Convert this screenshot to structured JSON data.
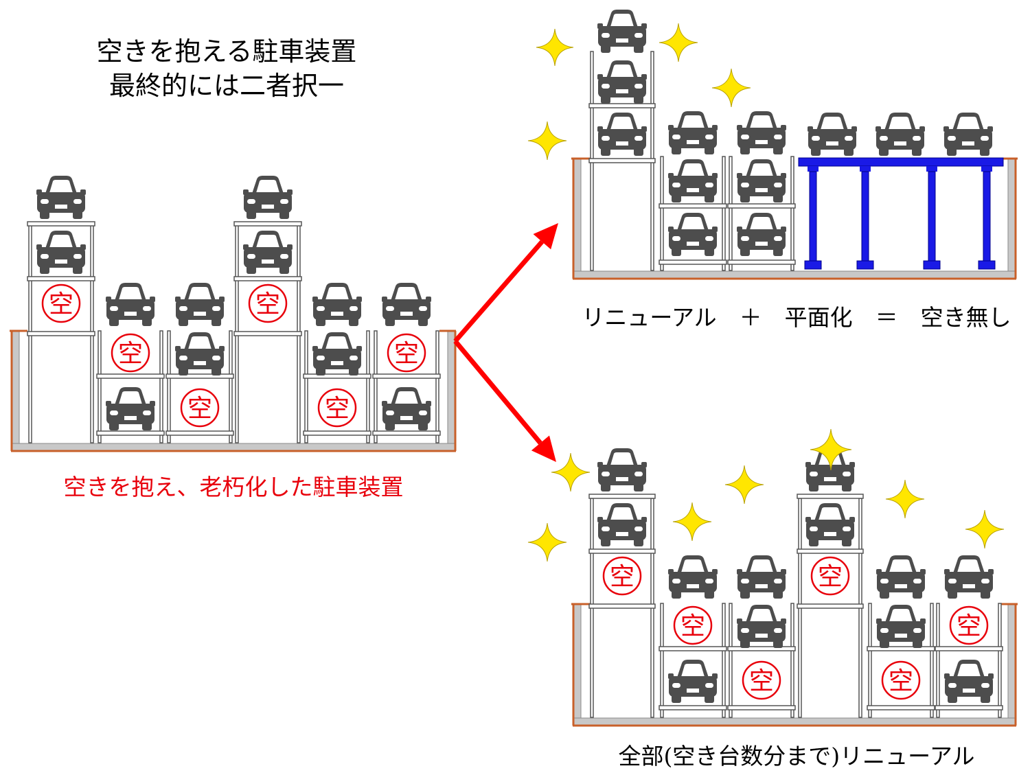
{
  "title": {
    "line1": "空きを抱える駐車装置",
    "line2": "最終的には二者択一"
  },
  "left_scene": {
    "caption": "空きを抱え、老朽化した駐車装置",
    "vacant_mark": "空"
  },
  "top_right_scene": {
    "caption": "リニューアル　＋　平面化　＝　空き無し"
  },
  "bottom_right_scene": {
    "caption": "全部(空き台数分まで)リニューアル"
  },
  "colors": {
    "car": "#4d4d4d",
    "frame": "#555555",
    "pit_wall": "#c8c8c8",
    "ground": "#c8602a",
    "vacant_red": "#e8000b",
    "arrow_red": "#ff0000",
    "blue_deck": "#1a1ae6",
    "sparkle": "#ffe600"
  }
}
